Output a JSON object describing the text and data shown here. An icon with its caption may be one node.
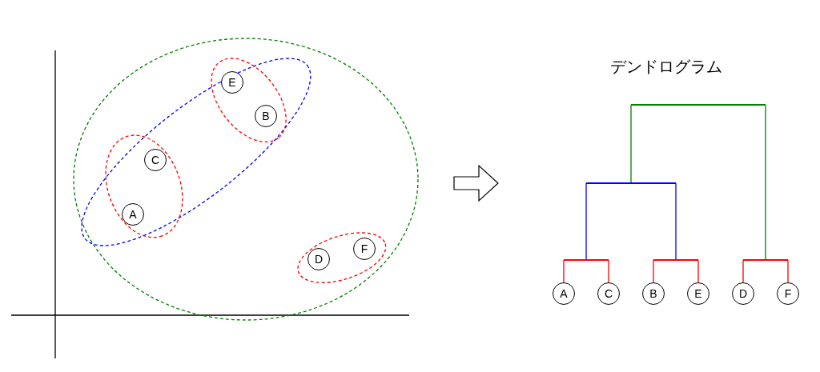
{
  "diagram": {
    "nodes": [
      {
        "text": [],
        "shape": "ellipse"
      },
      {
        "text": [],
        "shape": "ellipse",
        "in": 0
      },
      {
        "text": [],
        "shape": "ellipse",
        "in": 1
      },
      {
        "text": [],
        "shape": "ellipse",
        "in": 1
      },
      {
        "text": [],
        "shape": "ellipse",
        "in": 0
      },
      {
        "text": [
          "E"
        ],
        "in": 2
      },
      {
        "text": [
          "B"
        ],
        "in": 2
      },
      {
        "text": [
          "C"
        ],
        "in": 3
      },
      {
        "text": [
          "A"
        ],
        "in": 3
      },
      {
        "text": [
          "D"
        ],
        "in": 4
      },
      {
        "text": [
          "F"
        ],
        "in": 4
      },
      {
        "text": [
          "A"
        ]
      },
      {
        "text": [
          "C"
        ]
      },
      {
        "text": [
          "B"
        ]
      },
      {
        "text": [
          "E"
        ]
      },
      {
        "text": [
          "D"
        ]
      },
      {
        "text": [
          "F"
        ]
      },
      {
        "text": [],
        "shape": "bar"
      },
      {
        "text": [],
        "shape": "bar"
      },
      {
        "text": [],
        "shape": "bar"
      },
      {
        "text": [],
        "shape": "bar"
      },
      {
        "text": [],
        "shape": "bar"
      }
    ],
    "edges": [
      {
        "from": 11,
        "to": 17,
        "arrow": "none"
      },
      {
        "from": 12,
        "to": 17,
        "arrow": "none"
      },
      {
        "from": 13,
        "to": 18,
        "arrow": "none"
      },
      {
        "from": 14,
        "to": 18,
        "arrow": "none"
      },
      {
        "from": 15,
        "to": 19,
        "arrow": "none"
      },
      {
        "from": 16,
        "to": 19,
        "arrow": "none"
      },
      {
        "from": 17,
        "to": 20,
        "arrow": "none",
        "color": "#0000ff"
      },
      {
        "from": 18,
        "to": 20,
        "arrow": "none",
        "color": "#0000ff"
      },
      {
        "from": 20,
        "to": 21,
        "arrow": "none",
        "color": "#008000"
      },
      {
        "from": 19,
        "to": 21,
        "arrow": "none",
        "color": "#008000"
      }
    ],
    "labels": [
      "デンドログラム"
    ]
  }
}
